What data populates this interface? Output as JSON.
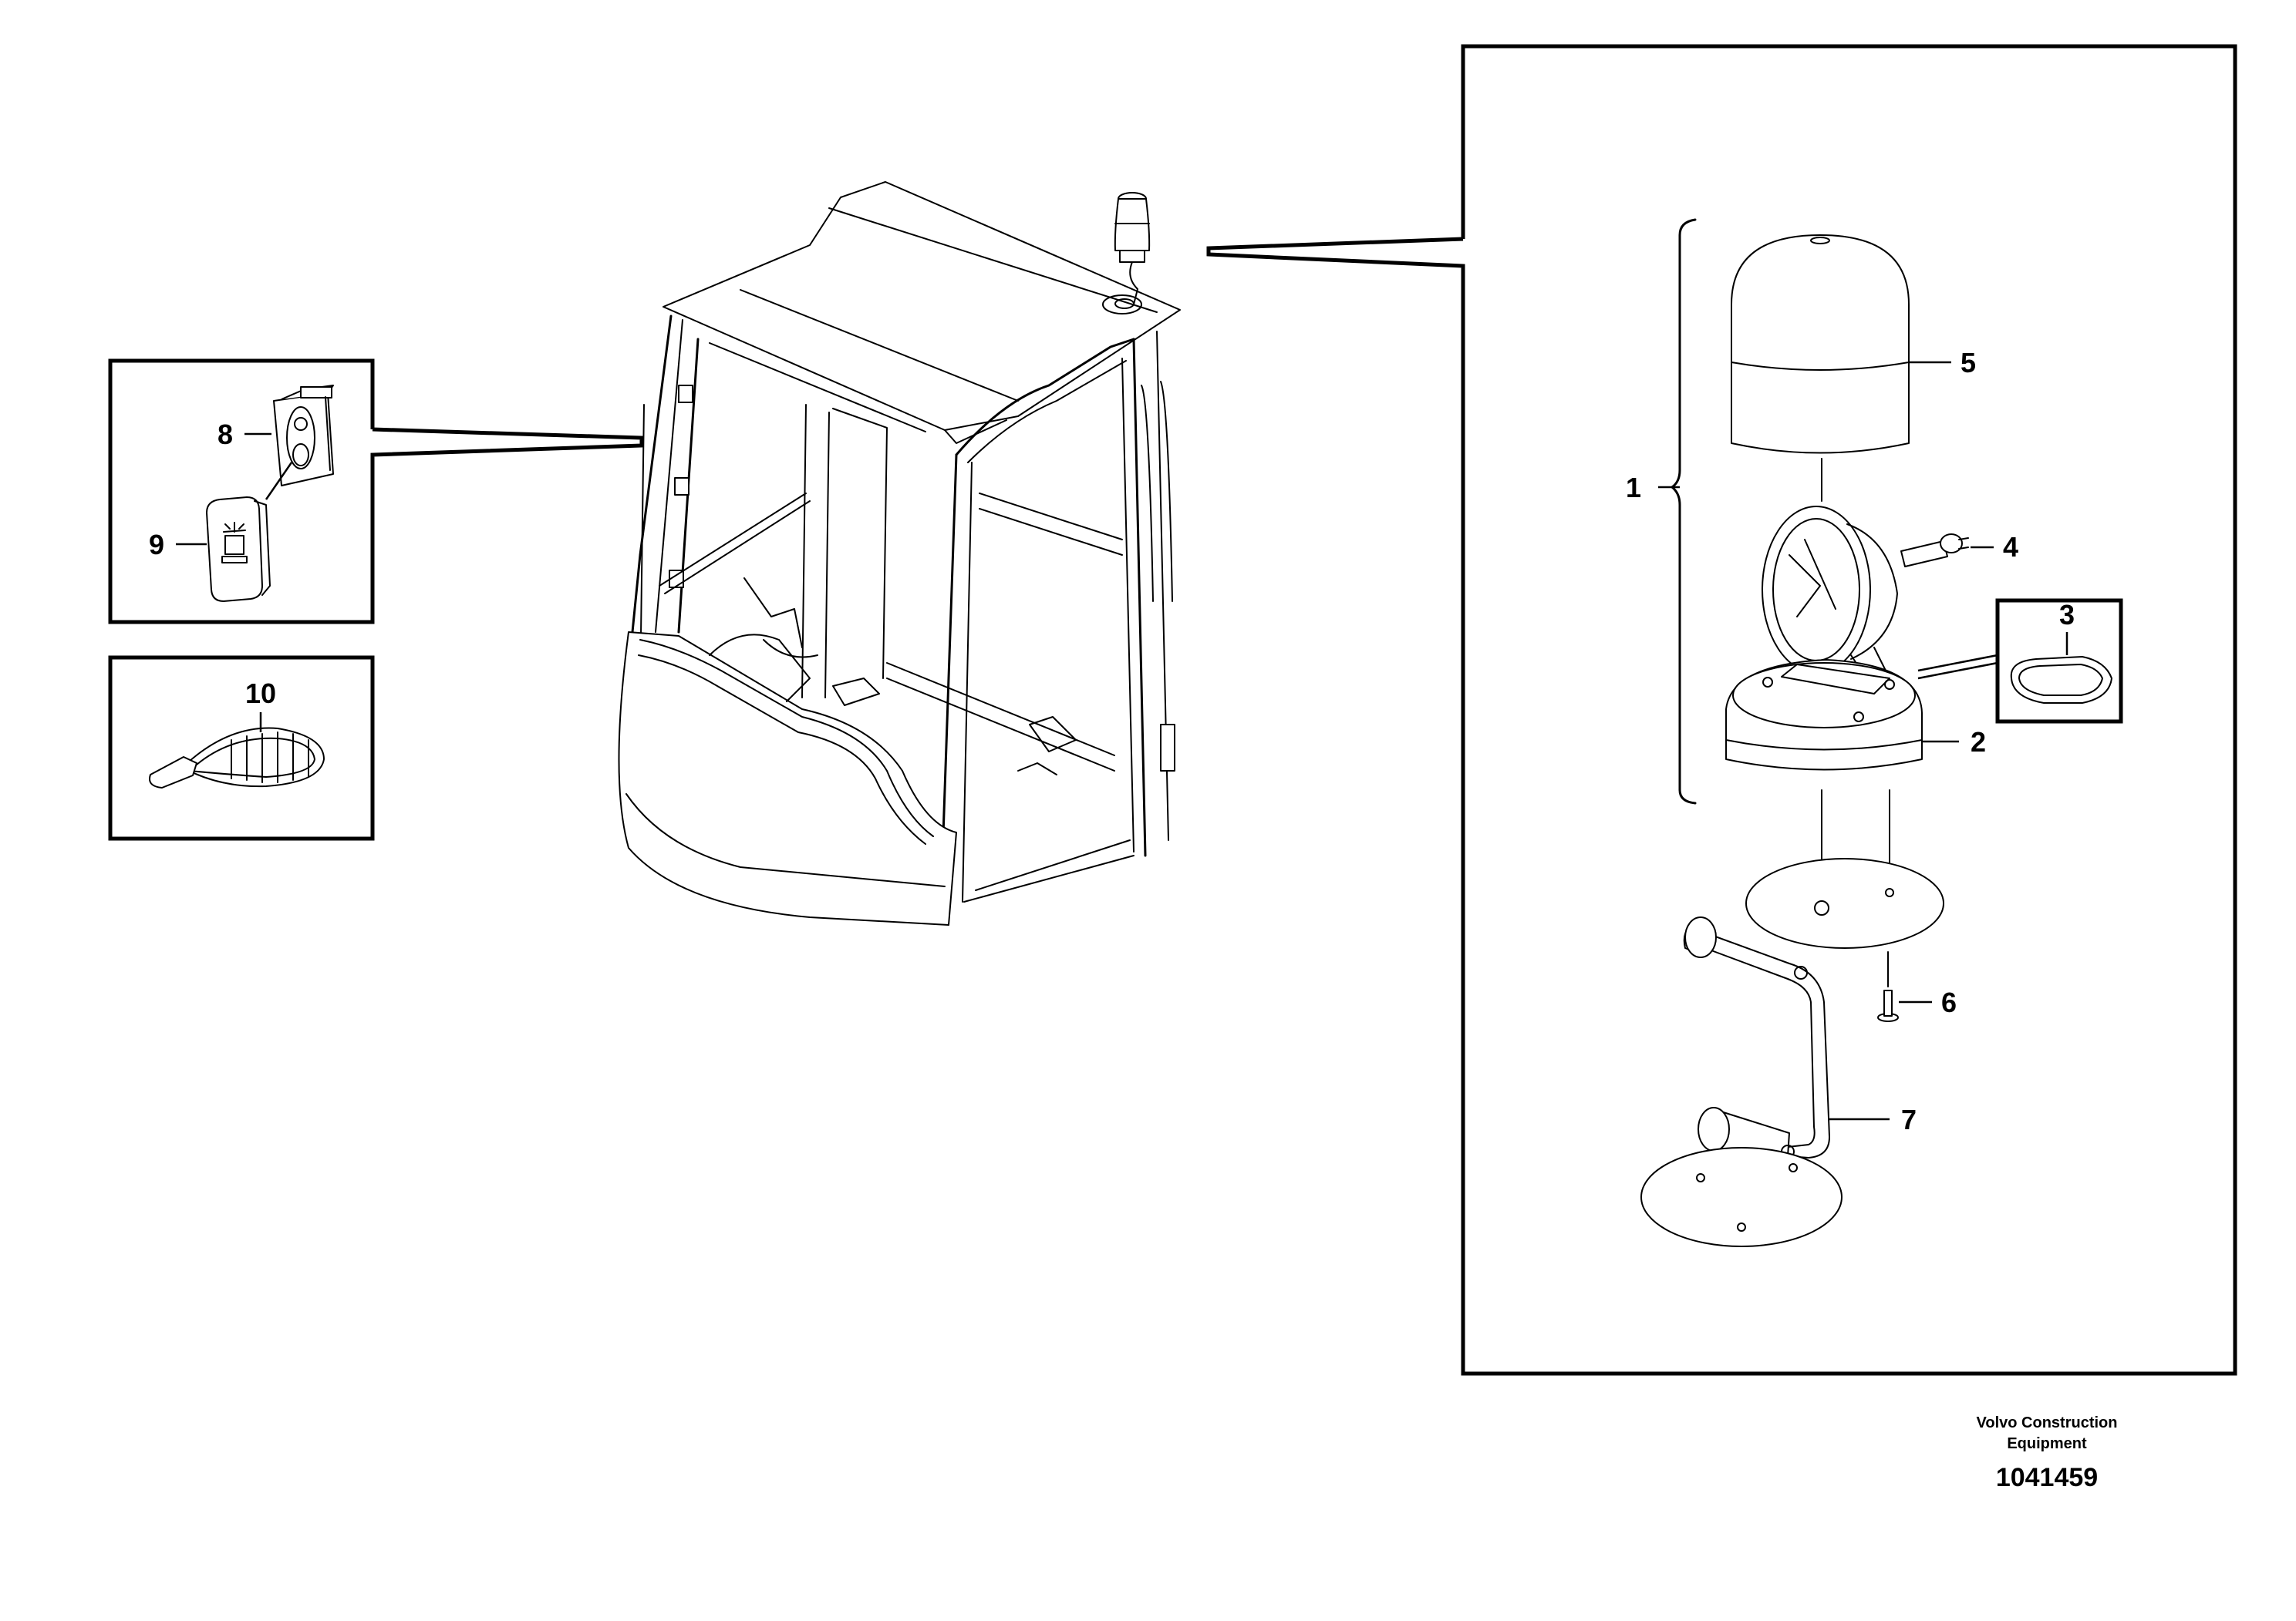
{
  "callouts": [
    {
      "id": "1",
      "text": "1"
    },
    {
      "id": "2",
      "text": "2"
    },
    {
      "id": "3",
      "text": "3"
    },
    {
      "id": "4",
      "text": "4"
    },
    {
      "id": "5",
      "text": "5"
    },
    {
      "id": "6",
      "text": "6"
    },
    {
      "id": "7",
      "text": "7"
    },
    {
      "id": "8",
      "text": "8"
    },
    {
      "id": "9",
      "text": "9"
    },
    {
      "id": "10",
      "text": "10"
    }
  ],
  "footer": {
    "company_line1": "Volvo Construction",
    "company_line2": "Equipment",
    "document_number": "1041459"
  },
  "colors": {
    "line": "#000000",
    "background": "#ffffff"
  }
}
